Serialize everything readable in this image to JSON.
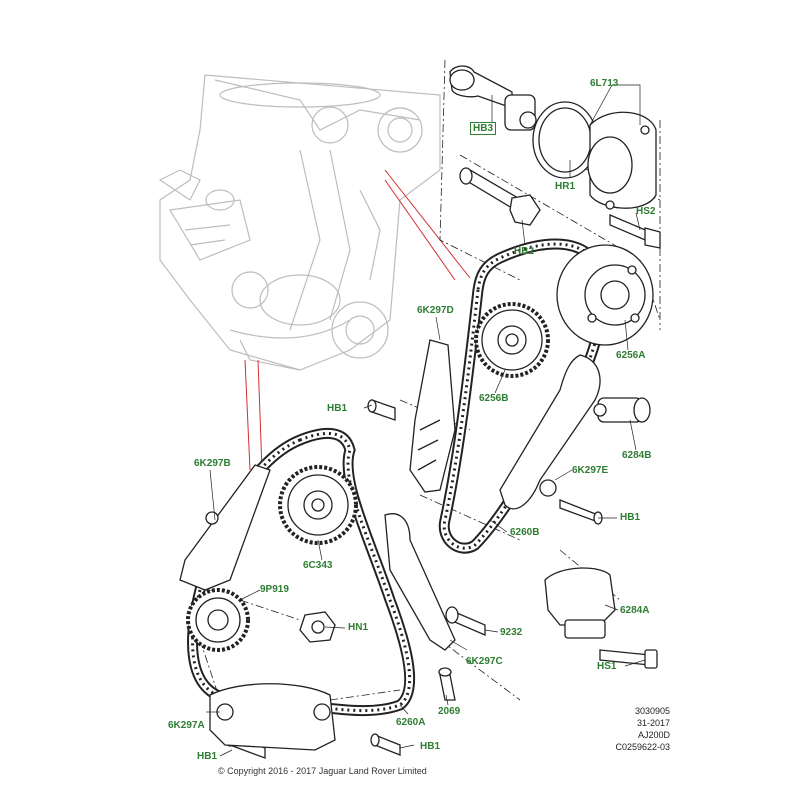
{
  "colors": {
    "label": "#2e7d32",
    "line": "#222222",
    "ghost": "#b8b8b8",
    "leader_red": "#d32f2f"
  },
  "labels": {
    "6L713": "6L713",
    "HB3": "HB3",
    "HR1": "HR1",
    "HS2": "HS2",
    "HB2": "HB2",
    "6K297D": "6K297D",
    "6256A": "6256A",
    "HB1_a": "HB1",
    "6256B": "6256B",
    "6284B": "6284B",
    "6K297B": "6K297B",
    "6K297E": "6K297E",
    "HB1_b": "HB1",
    "6260B": "6260B",
    "6C343": "6C343",
    "9P919": "9P919",
    "HN1": "HN1",
    "6284A": "6284A",
    "9232": "9232",
    "6K297C": "6K297C",
    "HS1": "HS1",
    "2069": "2069",
    "6K297A": "6K297A",
    "6260A": "6260A",
    "HB1_c": "HB1",
    "HB1_d": "HB1"
  },
  "info_block": [
    "3030905",
    "31-2017",
    "AJ200D",
    "C0259622-03"
  ],
  "copyright": "© Copyright 2016 - 2017 Jaguar Land Rover Limited"
}
